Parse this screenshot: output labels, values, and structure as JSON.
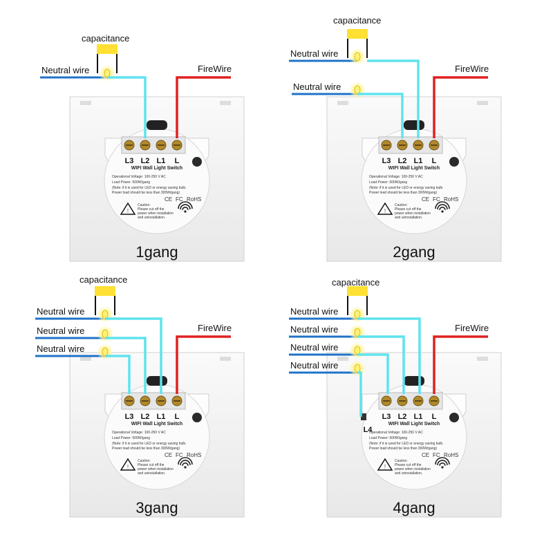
{
  "colors": {
    "neutral": "#5fe3ee",
    "neutral_lead": "#1e73c8",
    "fire": "#e02020",
    "capacitor": "#ffe033",
    "bulb": "#fff176"
  },
  "capacitance_label": "capacitance",
  "firewire_label": "FireWire",
  "neutral_label": "Neutral wire",
  "device_title": "WIFI Wall Light Switch",
  "spec_voltage": "Operational Voltage: 100-250 V AC",
  "spec_load": "Load Power: 500W/gang",
  "spec_note": "(Note: if it is used for LED or energy saving bulb.",
  "spec_note2": "Power load should be less than 300W/gang)",
  "caution_title": "Caution:",
  "caution_l1": "Please cut off the",
  "caution_l2": "power when installation",
  "caution_l3": "and uninstallation.",
  "cert_ce": "CE",
  "cert_fc": "FC",
  "cert_rohs": "RoHS",
  "panels": [
    {
      "gang_label": "1gang",
      "terminals": [
        "L3",
        "L2",
        "L1",
        "L"
      ],
      "neutral_count": 1,
      "firewire_shown": true,
      "extra_terminal": null
    },
    {
      "gang_label": "2gang",
      "terminals": [
        "L3",
        "L2",
        "L1",
        "L"
      ],
      "neutral_count": 2,
      "firewire_shown": true,
      "extra_terminal": null
    },
    {
      "gang_label": "3gang",
      "terminals": [
        "L3",
        "L2",
        "L1",
        "L"
      ],
      "neutral_count": 3,
      "firewire_shown": true,
      "extra_terminal": null
    },
    {
      "gang_label": "4gang",
      "terminals": [
        "L3",
        "L2",
        "L1",
        "L"
      ],
      "neutral_count": 4,
      "firewire_shown": true,
      "extra_terminal": "L4"
    }
  ]
}
